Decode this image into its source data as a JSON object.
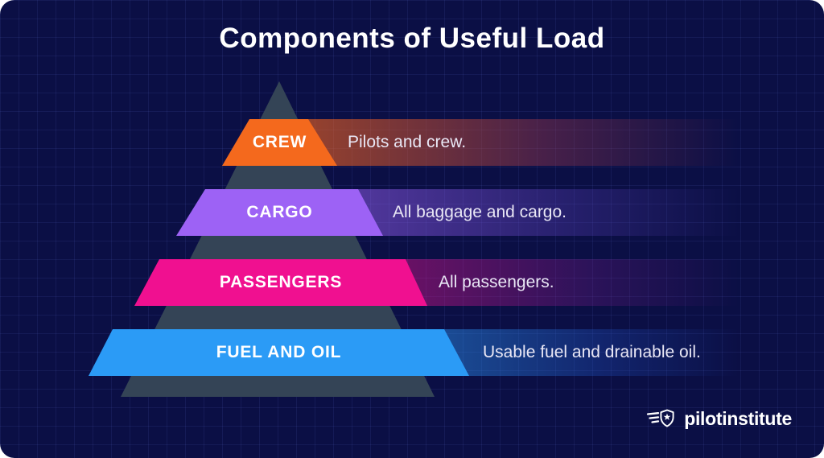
{
  "title": "Components of Useful Load",
  "colors": {
    "background": "#0B0F45",
    "pyramid_silhouette": "#344456",
    "crew": "#F4691D",
    "cargo": "#9D62F5",
    "passengers": "#F01090",
    "fuel_and_oil": "#2B9BF6",
    "text": "#FFFFFF",
    "description_text": "#E9E7F5"
  },
  "pyramid": {
    "layers": [
      {
        "label": "CREW",
        "description": "Pilots and crew.",
        "color": "#F4691D"
      },
      {
        "label": "CARGO",
        "description": "All baggage and cargo.",
        "color": "#9D62F5"
      },
      {
        "label": "PASSENGERS",
        "description": "All passengers.",
        "color": "#F01090"
      },
      {
        "label": "FUEL AND OIL",
        "description": "Usable fuel and drainable oil.",
        "color": "#2B9BF6"
      }
    ]
  },
  "footer": {
    "brand": "pilotinstitute",
    "logo_icon": "winged-shield-star-icon"
  }
}
